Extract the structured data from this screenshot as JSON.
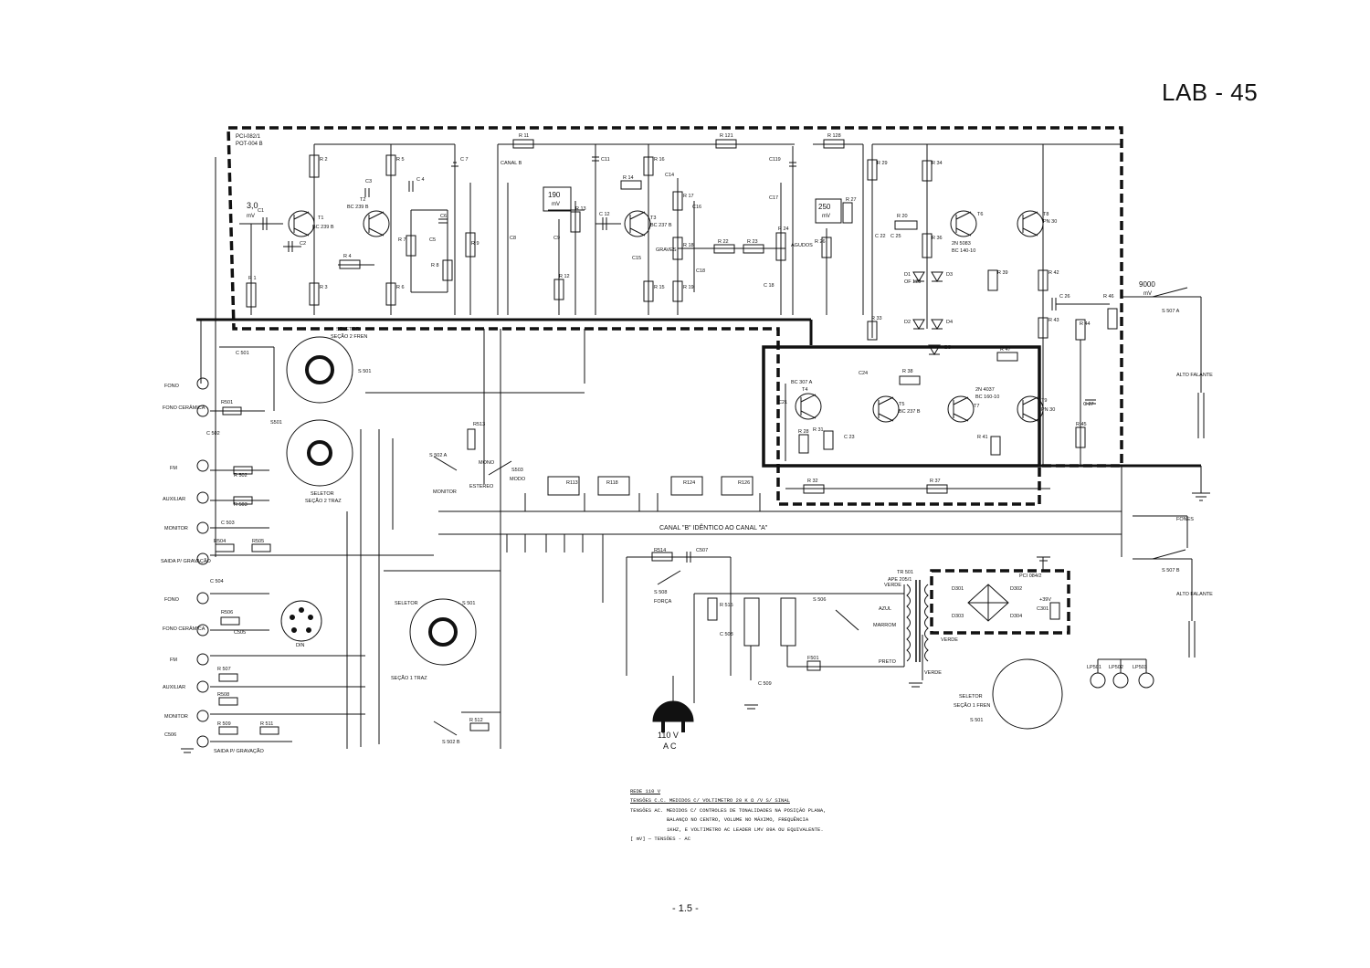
{
  "title": "LAB - 45",
  "page_number": "- 1.5 -",
  "boards": {
    "main_board_line1": "PCI-082/1",
    "main_board_line2": "POT-004 B",
    "power_board": "PCI 084/2"
  },
  "measurements": {
    "input_level": "3,0",
    "input_unit": "mV",
    "mid_level": "190",
    "mid_unit": "mV",
    "tone_level": "250",
    "tone_unit": "mV",
    "output_level": "9000",
    "output_unit": "mV"
  },
  "components": {
    "r1": "R 1",
    "r2": "R 2",
    "r3": "R 3",
    "r4": "R 4",
    "r5": "R 5",
    "r6": "R 6",
    "r7": "R 7",
    "r8": "R 8",
    "r9": "R 9",
    "c1": "C1",
    "c2": "C2",
    "c3": "C3",
    "c4": "C 4",
    "c5": "C5",
    "c6": "C6",
    "c7": "C 7",
    "c8": "C8",
    "c9": "C9",
    "t1": "T1",
    "t1_type": "BC 239 B",
    "t2": "T2",
    "t2_type": "BC 239 B",
    "r11": "R 11",
    "canal_b": "CANAL B",
    "r12": "R 12",
    "r13": "R 13",
    "c11": "C11",
    "c12": "C 12",
    "r14": "R 14",
    "r16": "R 16",
    "c14": "C14",
    "t3": "T3",
    "t3_type": "BC 237 B",
    "r17": "R 17",
    "c16": "C16",
    "r18": "R 18",
    "graves": "GRAVES",
    "c15": "C15",
    "r15": "R 15",
    "r19": "R 19",
    "c18": "C18",
    "r121": "R 121",
    "r22": "R 22",
    "r23": "R 23",
    "r24": "R 24",
    "agudos": "AGUDOS",
    "c119": "C119",
    "c17": "C17",
    "c_18": "C 18",
    "r128": "R 128",
    "r26": "R 26",
    "r27": "R 27",
    "r29": "R 29",
    "c22": "C 22",
    "r20": "R 20",
    "c25": "C 25",
    "r34": "R 34",
    "r36": "R 36",
    "t6": "T6",
    "t6_type1": "2N 5083",
    "t6_type2": "BC 140-10",
    "t8": "T8",
    "t8_type": "PN 30",
    "d1": "D1",
    "d1_type": "OF 128",
    "d2": "D2",
    "d3": "D3",
    "d4": "D4",
    "d5": "D5",
    "r39": "R 39",
    "r42": "R 42",
    "c26": "C 26",
    "r33": "R 33",
    "r43": "R 43",
    "r44": "R 44",
    "r46": "R 46",
    "t4": "T4",
    "t4_type": "BC 307 A",
    "c21": "C21",
    "c24": "C24",
    "r38": "R 38",
    "t5": "T5",
    "t5_type": "BC 237 B",
    "r47": "R 47",
    "t7": "T7",
    "t7_type1": "2N 4037",
    "t7_type2": "BC 160-10",
    "t9": "T9",
    "t9_type": "PN 30",
    "c27": "C 27",
    "r28": "R 28",
    "r31": "R 31",
    "c23": "C 23",
    "r41": "R 41",
    "r45": "R 45",
    "r32": "R 32",
    "r37": "R 37"
  },
  "io": {
    "fono": "FONO",
    "fono_ceramica": "FONO CERÂMICA",
    "fm": "FM",
    "auxiliar": "AUXILIAR",
    "monitor": "MONITOR",
    "saida_gravacao": "SAIDA P/ GRAVAÇÃO",
    "alto_falante": "ALTO FALANTE",
    "fones": "FONES"
  },
  "input_parts": {
    "c501": "C 501",
    "r501": "R501",
    "c502": "C 502",
    "r502": "R 502",
    "r503": "R 503",
    "c503": "C 503",
    "r504": "R504",
    "r505": "R505",
    "c504": "C 504",
    "r506": "R506",
    "c505": "C505",
    "r507": "R 507",
    "r509": "R 509",
    "r508": "R508",
    "c506": "C506",
    "r511": "R 511",
    "r513": "R513",
    "r512": "R 512"
  },
  "selectors": {
    "sel1": "SELETOR",
    "sel1_sub": "SEÇÃO 2 FREN",
    "sel1_part": "S 501",
    "sel2_part": "S501",
    "sel2": "SELETOR",
    "sel2_sub": "SEÇÃO 2 TRAZ",
    "sel3": "SELETOR",
    "sel3_part": "S 501",
    "sel3_sub": "SEÇÃO 1 TRAZ",
    "sel4": "SELETOR",
    "sel4_sub": "SEÇÃO 1 FREN",
    "sel4_part": "S 501",
    "din": "DIN"
  },
  "switches": {
    "s502a": "S 502 A",
    "s502b": "S 502 B",
    "s503": "S503",
    "modo": "MODO",
    "mono": "MONO",
    "estereo": "ESTEREO",
    "monitor": "MONITOR",
    "s507a": "S 507 A",
    "s507b": "S 507 B",
    "s508": "S 508",
    "forca": "FORÇA",
    "s506": "S 506"
  },
  "pots": {
    "r113": "R113",
    "r118": "R118",
    "r124": "R124",
    "r126": "R126",
    "channel_note": "CANAL \"B\" IDÊNTICO AO CANAL \"A\""
  },
  "power": {
    "r514": "R514",
    "c507": "C507",
    "r515": "R 515",
    "c508": "C 508",
    "c509": "C 509",
    "f501": "F501",
    "tr501": "TR 501",
    "tr501_type": "APE 205/1",
    "azul": "AZUL",
    "marrom": "MARROM",
    "preto": "PRETO",
    "verde": "VERDE",
    "plug_voltage": "110 V",
    "plug_type": "A C",
    "d301": "D301",
    "d302": "D302",
    "d303": "D303",
    "d304": "D304",
    "c301": "C301",
    "supply_voltage": "+39V",
    "lp501": "LP501",
    "lp502": "LP502",
    "lp503": "LP503"
  },
  "notes": {
    "line1": "REDE 110 V",
    "line2": "TENSÕES C.C. MEDIDOS C/ VOLTIMETRO 20 K Ω /V S/ SINAL",
    "line3": "TENSÕES AC. MEDIDOS C/ CONTROLES DE TONALIDADES NA POSIÇÃO PLANA,",
    "line4": "BALANÇO NO CENTRO, VOLUME NO MÁXIMO, FREQUÊNCIA",
    "line5": "1KHZ, E VOLTIMETRO AC LEADER LMV 89A OU EQUIVALENTE.",
    "legend": "[     mV] — TENSÕES - AC"
  }
}
